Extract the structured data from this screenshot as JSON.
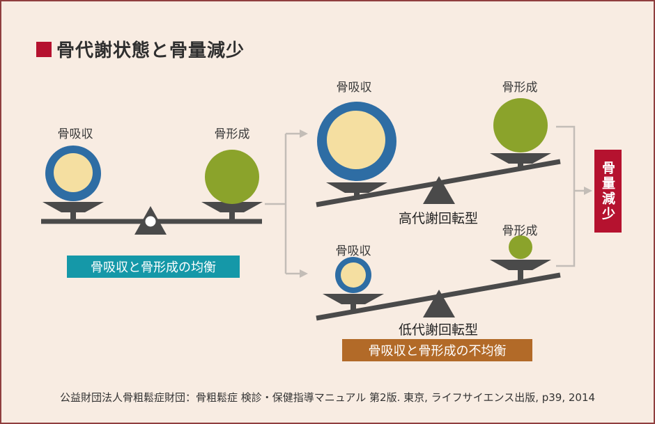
{
  "title": "骨代謝状態と骨量減少",
  "scales": {
    "balanced": {
      "resorption_label": "骨吸収",
      "formation_label": "骨形成",
      "caption": "骨吸収と骨形成の均衡"
    },
    "high_turnover": {
      "resorption_label": "骨吸収",
      "formation_label": "骨形成",
      "caption": "高代謝回転型"
    },
    "low_turnover": {
      "resorption_label": "骨吸収",
      "formation_label": "骨形成",
      "caption": "低代謝回転型"
    }
  },
  "imbalance_caption": "骨吸収と骨形成の不均衡",
  "result_label": "骨量減少",
  "citation": "公益財団法人骨粗鬆症財団：骨粗鬆症 検診・保健指導マニュアル 第2版. 東京, ライフサイエンス出版, p39, 2014",
  "colors": {
    "background": "#f8ece2",
    "frame_border": "#8f3e3e",
    "title_bullet": "#b5122f",
    "resorption_ring": "#2e6da4",
    "resorption_core": "#f5dfa1",
    "formation": "#8ba32b",
    "scale_dark": "#4a4a4a",
    "balance_badge": "#1598a8",
    "imbalance_badge": "#b26a28",
    "result_badge": "#b5122f",
    "connector": "#c3bdb7"
  }
}
